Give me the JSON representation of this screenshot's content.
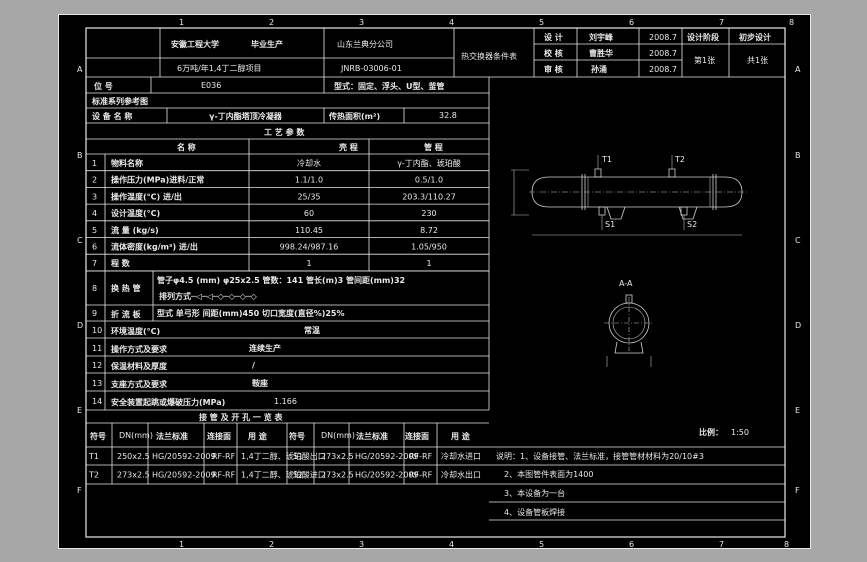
{
  "grid": {
    "cols": [
      "1",
      "2",
      "3",
      "4",
      "5",
      "6",
      "7",
      "8"
    ],
    "rows": [
      "A",
      "B",
      "C",
      "D",
      "E",
      "F"
    ]
  },
  "title_block": {
    "university": "安徽工程大学",
    "graduation": "毕业生产",
    "company": "山东兰典分公司",
    "drawing_title": "热交换器条件表",
    "project": "6万吨/年1,4丁二醇项目",
    "drawing_no": "JNRB-03006-01",
    "roles": [
      "设 计",
      "校 核",
      "审 核"
    ],
    "names": [
      "刘宇峰",
      "曹胜华",
      "孙涌"
    ],
    "dates": [
      "2008.7",
      "2008.7",
      "2008.7"
    ],
    "stage_label": "设计阶段",
    "stage_value": "初步设计",
    "sheet_no": "第1张",
    "sheet_total": "共1张"
  },
  "header": {
    "tag_label": "位 号",
    "tag_value": "E036",
    "type_label": "型式：固定、浮头、U型、釜管",
    "std_label": "标准系列参考图",
    "name_label": "设 备 名 称",
    "name_value": "γ-丁内酯塔顶冷凝器",
    "area_label": "传热面积(m²)",
    "area_value": "32.8"
  },
  "process": {
    "section_title": "工 艺 参 数",
    "col_heads": [
      "名 称",
      "壳 程",
      "管 程"
    ],
    "rows": [
      {
        "no": "1",
        "name": "物料名称",
        "shell": "冷却水",
        "tube": "γ-丁内酯、琥珀酸"
      },
      {
        "no": "2",
        "name": "操作压力(MPa)进料/正常",
        "shell": "1.1/1.0",
        "tube": "0.5/1.0"
      },
      {
        "no": "3",
        "name": "操作温度(°C) 进/出",
        "shell": "25/35",
        "tube": "203.3/110.27"
      },
      {
        "no": "4",
        "name": "设计温度(°C)",
        "shell": "60",
        "tube": "230"
      },
      {
        "no": "5",
        "name": "流 量 (kg/s)",
        "shell": "110.45",
        "tube": "8.72"
      },
      {
        "no": "6",
        "name": "流体密度(kg/m³) 进/出",
        "shell": "998.24/987.16",
        "tube": "1.05/950"
      },
      {
        "no": "7",
        "name": "程 数",
        "shell": "1",
        "tube": "1"
      }
    ],
    "hx_no": "8",
    "hx_label": "换 热 管",
    "hx_line1": "管子φ4.5 (mm)  φ25x2.5  管数：141  管长(m)3  管间距(mm)32",
    "hx_line2": "排列方式─◁─◁─◇─◇─◇─◇",
    "baffle_no": "9",
    "baffle_label": "折 流 板",
    "baffle_text": "型式 单弓形    间距(mm)450     切口宽度(直径%)25%",
    "env_no": "10",
    "env_label": "环境温度(°C)",
    "env_value": "常温",
    "op_no": "11",
    "op_label": "操作方式及要求",
    "op_value": "连续生产",
    "ins_no": "12",
    "ins_label": "保温材料及厚度",
    "ins_value": "/",
    "sup_no": "13",
    "sup_label": "支座方式及要求",
    "sup_value": "鞍座",
    "saf_no": "14",
    "saf_label": "安全装置起跳或爆破压力(MPa)",
    "saf_value": "1.166"
  },
  "nozzles": {
    "section_title": "接 管 及 开 孔 一 览 表",
    "col_heads": [
      "符号",
      "DN(mm)",
      "法兰标准",
      "连接面",
      "用 途"
    ],
    "left": [
      {
        "sym": "T1",
        "dn": "250x2.5",
        "std": "HG/20592-2009",
        "face": "RF-RF",
        "use": "1,4丁二醇、琥珀酸出口"
      },
      {
        "sym": "T2",
        "dn": "273x2.5",
        "std": "HG/20592-2009",
        "face": "RF-RF",
        "use": "1,4丁二醇、琥珀酸进口"
      }
    ],
    "right": [
      {
        "sym": "S1",
        "dn": "273x2.5",
        "std": "HG/20592-2009",
        "face": "RF-RF",
        "use": "冷却水进口"
      },
      {
        "sym": "S2",
        "dn": "273x2.5",
        "std": "HG/20592-2009",
        "face": "RF-RF",
        "use": "冷却水出口"
      }
    ]
  },
  "notes": {
    "scale_label": "比例：",
    "scale_value": "1:50",
    "items": [
      "说明：1、设备接管、法兰标准，接管管材材料为20/10#3",
      "2、本图管件表面为1400",
      "3、本设备为一台",
      "4、设备管板焊接"
    ]
  },
  "drawing": {
    "labels": [
      "T1",
      "T2",
      "S1",
      "S2",
      "A-A"
    ]
  }
}
